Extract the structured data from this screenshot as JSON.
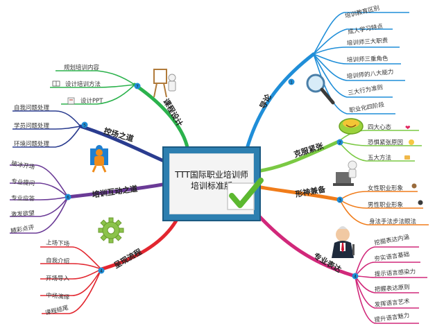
{
  "center": {
    "title_line1": "TTT国际职业培训师",
    "title_line2": "培训标准版"
  },
  "colors": {
    "daolun": "#1f8ed8",
    "kefu": "#7ac943",
    "xingshen": "#f07c1a",
    "zhuanye": "#d1287a",
    "chengxian": "#e2262f",
    "hudong": "#6a3a96",
    "kongchang": "#2a3c8f",
    "kecheng": "#2bb24c"
  },
  "branches": {
    "daolun": {
      "label": "导论",
      "badge": "1",
      "leaves": [
        "培训教育区别",
        "成人学习特点",
        "培训师三大职责",
        "培训师三重角色",
        "培训师的八大能力",
        "三大行为准则",
        "职业化四阶段"
      ]
    },
    "kefu": {
      "label": "克服紧张",
      "badge": "2",
      "leaves": [
        "四大心态",
        "恐惧紧张原因",
        "五大方法"
      ]
    },
    "xingshen": {
      "label": "形神兼备",
      "badge": "3",
      "leaves": [
        "女性职业形象",
        "男性职业形象",
        "身法手法步法眼法"
      ]
    },
    "zhuanye": {
      "label": "专业表达",
      "badge": "4",
      "leaves": [
        "挖掘表达内涵",
        "夯实语言基础",
        "提示语言感染力",
        "把握表达原则",
        "发挥语言艺术",
        "提升语言魅力"
      ]
    },
    "chengxian": {
      "label": "呈现流程",
      "badge": "4",
      "leaves": [
        "上场下场",
        "自我介绍",
        "开场导入",
        "中场演绎",
        "课程结尾"
      ]
    },
    "hudong": {
      "label": "培训互动之道",
      "badge": "6",
      "leaves": [
        "破冰开场",
        "专业提问",
        "专业应答",
        "激发欲望",
        "精彩点评"
      ]
    },
    "kongchang": {
      "label": "控场之道",
      "badge": "5",
      "leaves": [
        "自我问题处理",
        "学员问题处理",
        "环境问题处理"
      ]
    },
    "kecheng": {
      "label": "课程设计",
      "badge": "7",
      "leaves": [
        "规划培训内容",
        "设计培训方法",
        "设计PPT"
      ]
    }
  },
  "icons": [
    "magnifier-icon",
    "smiley-icon",
    "person-on-stage-icon",
    "speaker-icon",
    "gear-icon",
    "puzzle-people-icon",
    "easel-person-icon",
    "heart-icon",
    "book-icon",
    "checkmark-icon"
  ]
}
